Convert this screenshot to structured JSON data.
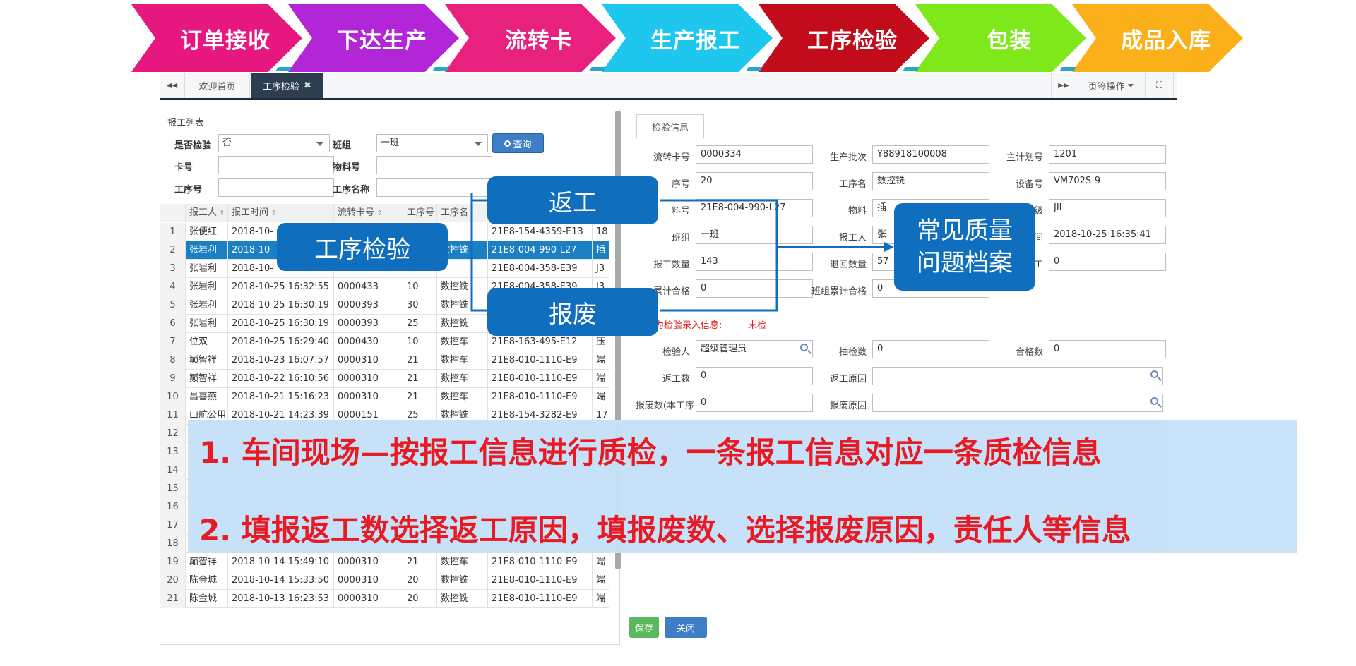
{
  "process_steps": [
    {
      "label": "订单接收",
      "color": "#e6177e"
    },
    {
      "label": "下达生产",
      "color": "#b226d8"
    },
    {
      "label": "流转卡",
      "color": "#e9217e"
    },
    {
      "label": "生产报工",
      "color": "#1ec7ee"
    },
    {
      "label": "工序检验",
      "color": "#c20c1c"
    },
    {
      "label": "包装",
      "color": "#7fe81a"
    },
    {
      "label": "成品入库",
      "color": "#fbb019"
    }
  ],
  "tabbar": {
    "back_icon": "◀◀",
    "home_tab": "欢迎首页",
    "active_tab": "工序检验",
    "close_icon": "✖",
    "forward_icon": "▶▶",
    "tab_ops": "页签操作",
    "fullscreen_icon": "⛶"
  },
  "list": {
    "title": "报工列表",
    "filters": {
      "inspected_label": "是否检验",
      "inspected_value": "否",
      "team_label": "班组",
      "team_value": "一班",
      "query_button": "查询",
      "card_label": "卡号",
      "card_value": "",
      "material_label": "物料号",
      "material_value": "",
      "proc_no_label": "工序号",
      "proc_no_value": "",
      "proc_name_label": "工序名称",
      "proc_name_value": ""
    },
    "columns": [
      "",
      "报工人",
      "报工时间",
      "流转卡号",
      "工序号",
      "工序名",
      "",
      ""
    ],
    "rows": [
      [
        "1",
        "张便红",
        "2018-10-",
        "",
        "",
        "",
        "21E8-154-4359-E13",
        "18"
      ],
      [
        "2",
        "张岩利",
        "2018-10-",
        "",
        "",
        "数控铣",
        "21E8-004-990-L27",
        "插"
      ],
      [
        "3",
        "张岩利",
        "2018-10-",
        "",
        "",
        "",
        "21E8-004-358-E39",
        "J3"
      ],
      [
        "4",
        "张岩利",
        "2018-10-25 16:32:55",
        "0000433",
        "10",
        "数控铣",
        "21E8-004-358-E39",
        "J3"
      ],
      [
        "5",
        "张岩利",
        "2018-10-25 16:30:19",
        "0000393",
        "30",
        "数控铣",
        "",
        ""
      ],
      [
        "6",
        "张岩利",
        "2018-10-25 16:30:19",
        "0000393",
        "25",
        "数控铣",
        "",
        ""
      ],
      [
        "7",
        "位双",
        "2018-10-25 16:29:40",
        "0000430",
        "10",
        "数控车",
        "21E8-163-495-E12",
        "压"
      ],
      [
        "8",
        "巅智祥",
        "2018-10-23 16:07:57",
        "0000310",
        "21",
        "数控车",
        "21E8-010-1110-E9",
        "端"
      ],
      [
        "9",
        "巅智祥",
        "2018-10-22 16:10:56",
        "0000310",
        "21",
        "数控车",
        "21E8-010-1110-E9",
        "端"
      ],
      [
        "10",
        "昌喜燕",
        "2018-10-21 15:16:23",
        "0000310",
        "21",
        "数控车",
        "21E8-010-1110-E9",
        "端"
      ],
      [
        "11",
        "山航公用",
        "2018-10-21 14:23:39",
        "0000151",
        "25",
        "数控铣",
        "21E8-154-3282-E9",
        "17"
      ],
      [
        "12",
        "",
        "",
        "",
        "",
        "",
        "",
        ""
      ],
      [
        "13",
        "",
        "",
        "",
        "",
        "",
        "",
        ""
      ],
      [
        "14",
        "",
        "",
        "",
        "",
        "",
        "",
        ""
      ],
      [
        "15",
        "",
        "",
        "",
        "",
        "",
        "",
        ""
      ],
      [
        "16",
        "",
        "",
        "",
        "",
        "",
        "",
        ""
      ],
      [
        "17",
        "",
        "",
        "",
        "",
        "",
        "",
        ""
      ],
      [
        "18",
        "",
        "",
        "",
        "",
        "",
        "",
        ""
      ],
      [
        "19",
        "巅智祥",
        "2018-10-14 15:49:10",
        "0000310",
        "21",
        "数控车",
        "21E8-010-1110-E9",
        "端"
      ],
      [
        "20",
        "陈金城",
        "2018-10-14 15:33:50",
        "0000310",
        "20",
        "数控铣",
        "21E8-010-1110-E9",
        "端"
      ],
      [
        "21",
        "陈金城",
        "2018-10-13 16:23:53",
        "0000310",
        "20",
        "数控铣",
        "21E8-010-1110-E9",
        "端"
      ]
    ],
    "selected_row": 2
  },
  "detail": {
    "tab": "检验信息",
    "card_label": "流转卡号",
    "card_value": "0000334",
    "batch_label": "生产批次",
    "batch_value": "Y88918100008",
    "plan_label": "主计划号",
    "plan_value": "1201",
    "proc_no_label": "序号",
    "proc_no_value": "20",
    "proc_name_label": "工序名",
    "proc_name_value": "数控铣",
    "equip_label": "设备号",
    "equip_value": "VM702S-9",
    "material_no_label": "料号",
    "material_no_value": "21E8-004-990-L27",
    "material_label": "物料",
    "material_value": "插",
    "level_label": "级",
    "level_value": "JII",
    "team_label": "班组",
    "team_value": "一班",
    "reporter_label": "报工人",
    "reporter_value": "张",
    "time_label": "间",
    "time_value": "2018-10-25 16:35:41",
    "report_qty_label": "报工数量",
    "report_qty_value": "143",
    "return_qty_label": "退回数量",
    "return_qty_value": "57",
    "work_label": "工",
    "work_value": "0",
    "cum_ok_label": "累计合格",
    "cum_ok_value": "0",
    "team_cum_ok_label": "班组累计合格",
    "team_cum_ok_value": "0",
    "notice_text": "为检验录入信息:",
    "notice_status": "未检",
    "inspector_label": "检验人",
    "inspector_value": "超级管理员",
    "sample_label": "抽检数",
    "sample_value": "0",
    "pass_label": "合格数",
    "pass_value": "0",
    "rework_label": "返工数",
    "rework_value": "0",
    "rework_reason_label": "返工原因",
    "rework_reason_value": "",
    "scrap_label": "报废数(本工序",
    "scrap_value": "0",
    "scrap_reason_label": "报废原因",
    "scrap_reason_value": "",
    "save_button": "保存",
    "close_button": "关闭"
  },
  "callouts": {
    "inspection": "工序检验",
    "rework": "返工",
    "scrap": "报废",
    "quality_line1": "常见质量",
    "quality_line2": "问题档案"
  },
  "banner": {
    "line1": "1.  车间现场—按报工信息进行质检，一条报工信息对应一条质检信息",
    "line2": "2.  填报返工数选择返工原因，填报废数、选择报废原因，责任人等信息"
  }
}
